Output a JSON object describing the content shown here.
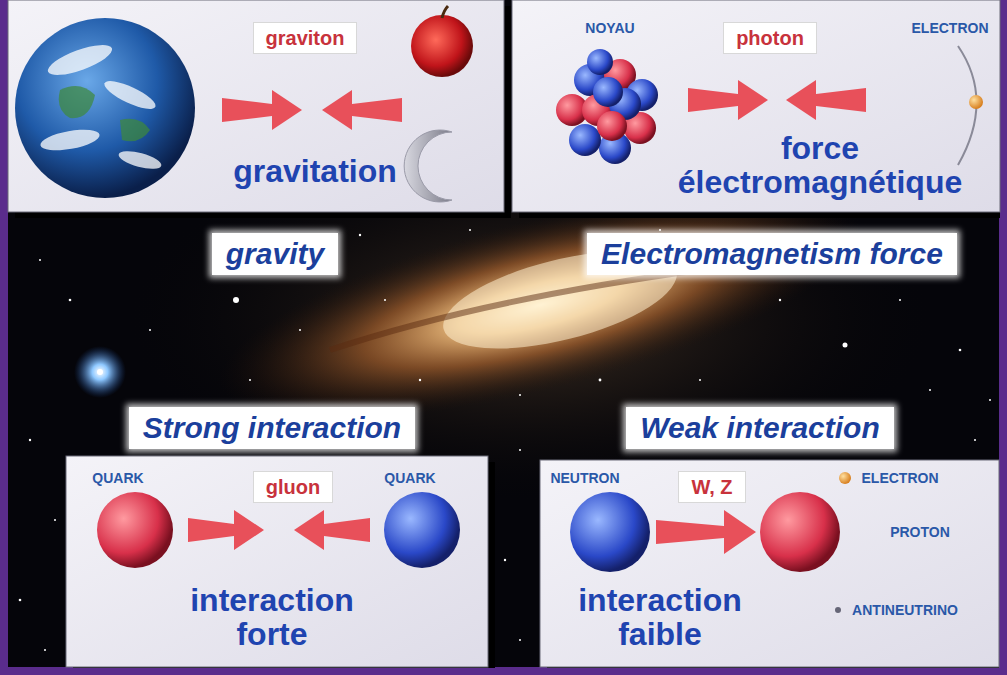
{
  "diagram": {
    "nodes": [
      {
        "text": [
          "gravitation"
        ]
      },
      {
        "text": [
          "graviton"
        ],
        "in": 0
      },
      {
        "text": [
          "NOYAU",
          "ELECTRON",
          "force électromagnétique"
        ]
      },
      {
        "text": [
          "photon"
        ],
        "in": 2
      },
      {
        "text": [
          "gravity"
        ]
      },
      {
        "text": [
          "Electromagnetism force"
        ]
      },
      {
        "text": [
          "Strong interaction"
        ]
      },
      {
        "text": [
          "Weak interaction"
        ]
      },
      {
        "text": [
          "QUARK",
          "QUARK",
          "interaction forte"
        ]
      },
      {
        "text": [
          "gluon"
        ],
        "in": 8
      },
      {
        "text": [
          "NEUTRON",
          "ELECTRON",
          "PROTON",
          "ANTINEUTRINO",
          "interaction faible"
        ]
      },
      {
        "text": [
          "W, Z"
        ],
        "in": 10
      }
    ]
  }
}
